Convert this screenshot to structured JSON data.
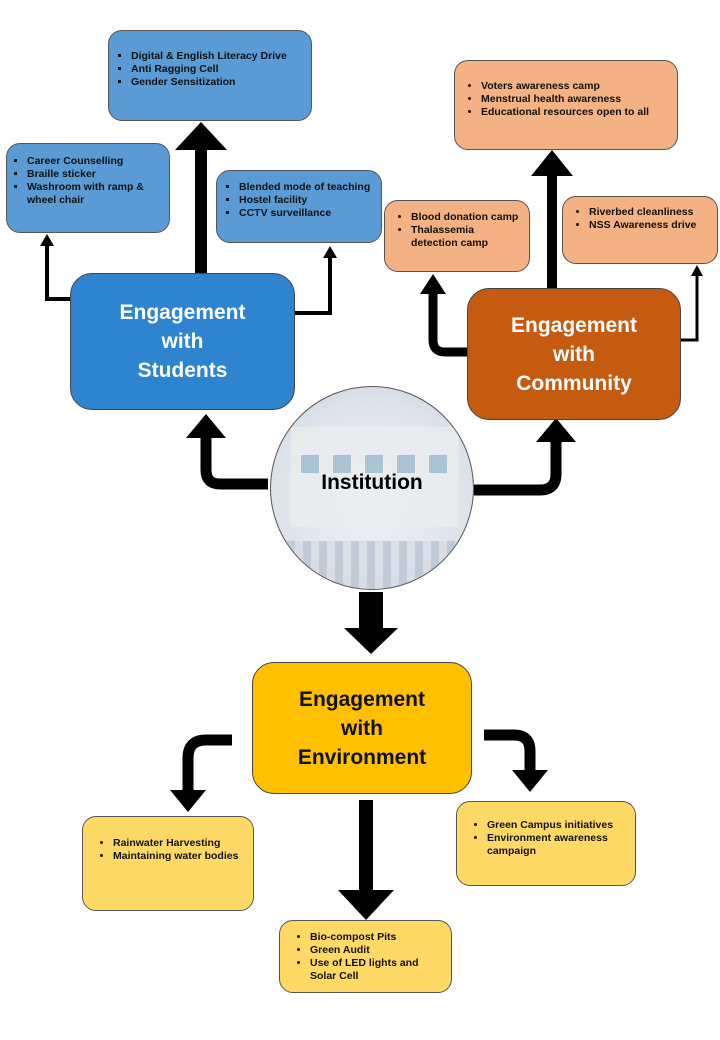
{
  "institution": {
    "label": "Institution"
  },
  "students": {
    "hub": [
      "Engagement",
      "with",
      "Students"
    ],
    "box_top": [
      "Digital & English Literacy Drive",
      "Anti Ragging Cell",
      "Gender Sensitization"
    ],
    "box_left": [
      "Career Counselling",
      "Braille sticker",
      "Washroom with ramp & wheel chair"
    ],
    "box_right": [
      "Blended mode of teaching",
      "Hostel facility",
      "CCTV surveillance"
    ]
  },
  "community": {
    "hub": [
      "Engagement",
      "with",
      "Community"
    ],
    "box_top": [
      "Voters awareness camp",
      "Menstrual health awareness",
      "Educational resources open to all"
    ],
    "box_left": [
      "Blood donation camp",
      "Thalassemia detection camp"
    ],
    "box_right": [
      "Riverbed cleanliness",
      "NSS Awareness drive"
    ]
  },
  "environment": {
    "hub": [
      "Engagement",
      "with",
      "Environment"
    ],
    "box_left": [
      "Rainwater Harvesting",
      "Maintaining water bodies"
    ],
    "box_bottom": [
      "Bio-compost Pits",
      "Green Audit",
      "Use of LED lights and Solar Cell"
    ],
    "box_right": [
      "Green Campus initiatives",
      "Environment awareness campaign"
    ]
  },
  "colors": {
    "students_hub": "#2e84cf",
    "students_boxes": "#5b9bd5",
    "community_hub": "#c55a11",
    "community_boxes": "#f4b183",
    "environment_hub": "#ffc000",
    "environment_boxes": "#ffd966",
    "arrows": "#000000"
  }
}
